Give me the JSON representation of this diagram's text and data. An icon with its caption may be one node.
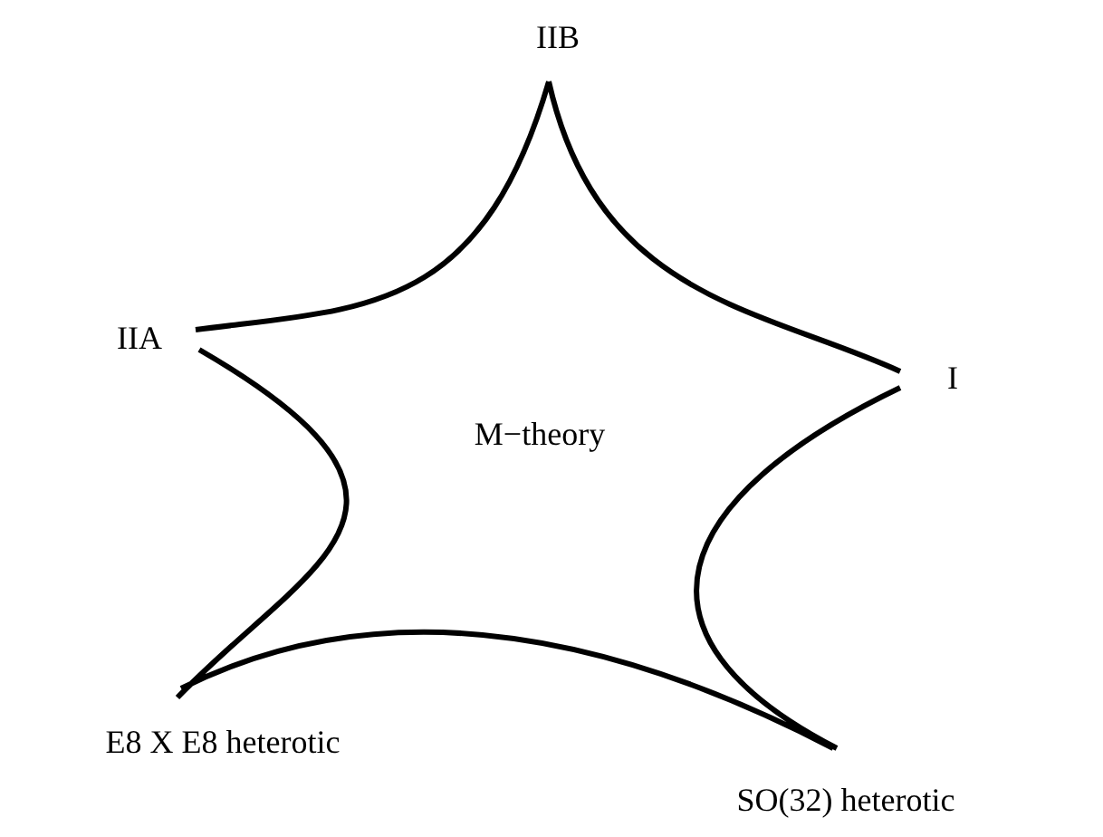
{
  "diagram": {
    "nodes": [
      {
        "text": [
          "M−theory"
        ]
      }
    ],
    "labels": [
      "IIB",
      "IIA",
      "I",
      "E8 X E8 heterotic",
      "SO(32) heterotic"
    ]
  }
}
